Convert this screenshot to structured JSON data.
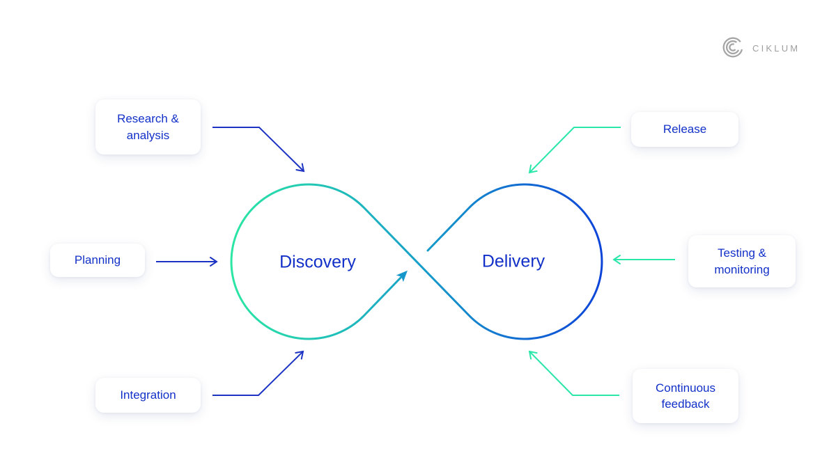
{
  "page": {
    "background": "#ffffff"
  },
  "logo": {
    "brand": "CIKLUM",
    "icon_color": "#A6A6A6",
    "text_color": "#9E9E9E"
  },
  "loop": {
    "left_label": "Discovery",
    "right_label": "Delivery",
    "label_color": "#1230C8",
    "gradient_start": "#2BE6A4",
    "gradient_mid": "#17A0C9",
    "gradient_end": "#0C44D8",
    "center_arrow_color": "#1697CC"
  },
  "stages": {
    "left_arrow_color": "#1D33C4",
    "right_arrow_color": "#2BE6A9",
    "left": [
      {
        "label": "Research & analysis"
      },
      {
        "label": "Planning"
      },
      {
        "label": "Integration"
      }
    ],
    "right": [
      {
        "label": "Release"
      },
      {
        "label": "Testing & monitoring"
      },
      {
        "label": "Continuous feedback"
      }
    ]
  }
}
